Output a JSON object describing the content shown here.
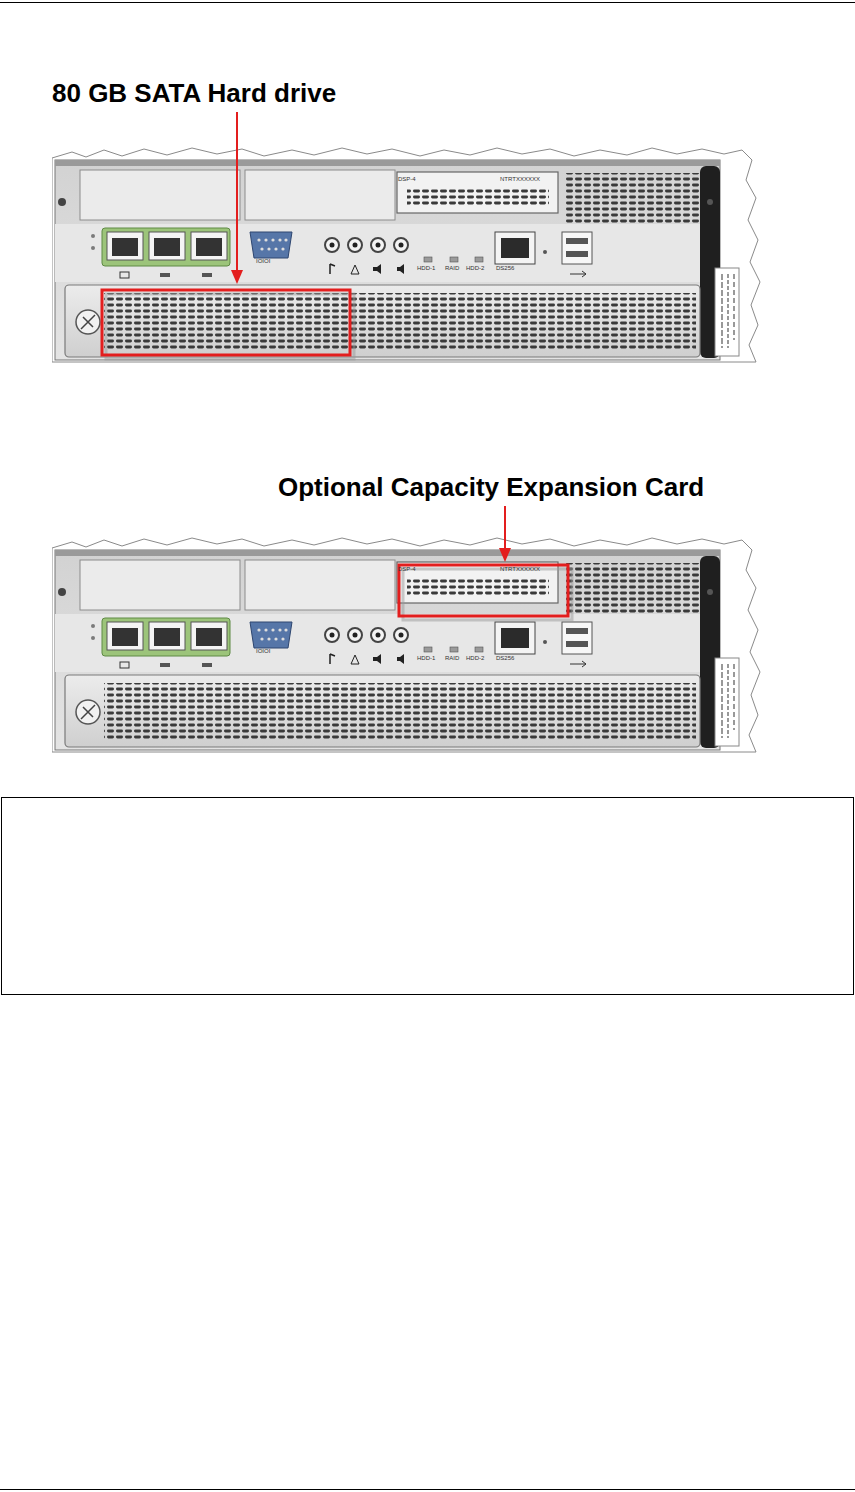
{
  "diagram": {
    "labels": [
      "80 GB SATA Hard drive",
      "DSP-4",
      "NTRTXXXXXX",
      "IOIOI",
      "HDD-1",
      "RAID",
      "HDD-2",
      "DS256",
      "Optional Capacity Expansion Card",
      "DSP-4",
      "NTRTXXXXXX",
      "IOIOI",
      "HDD-1",
      "RAID",
      "HDD-2",
      "DS256"
    ]
  }
}
